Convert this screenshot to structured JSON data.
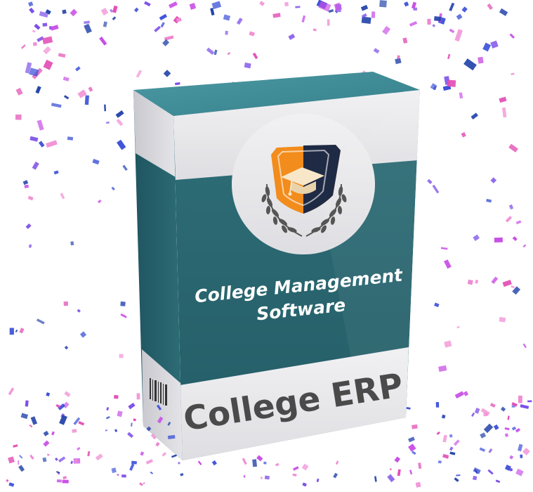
{
  "product": {
    "subtitle_line1": "College Management",
    "subtitle_line2": "Software",
    "name": "College ERP"
  },
  "colors": {
    "teal_front": "#2f6f78",
    "teal_side": "#2a6570",
    "teal_top": "#3f8a95",
    "band_front": "#e9e9ec",
    "band_side": "#dadadf",
    "label_text": "#4a4a4a",
    "shield_orange": "#f28c1c",
    "shield_navy": "#1f2a44",
    "confetti": [
      "#e24bb4",
      "#f08ad3",
      "#7b4de8",
      "#3a4fd8",
      "#c84ee6",
      "#1e3fa8"
    ]
  },
  "icons": {
    "logo": "graduation-shield-laurel-icon",
    "barcode": "barcode-icon",
    "confetti": "confetti-pieces"
  }
}
